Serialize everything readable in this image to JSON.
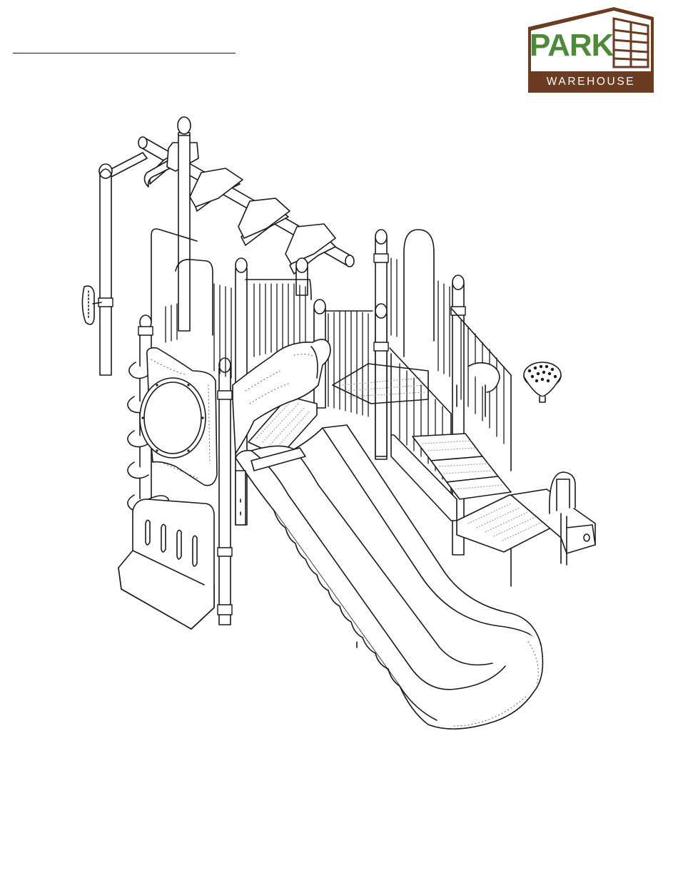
{
  "document": {
    "title": ""
  },
  "logo": {
    "word": "PARK",
    "band_text": "WAREHOUSE",
    "colors": {
      "green": "#4e8a3a",
      "brown": "#6b3b22",
      "white": "#ffffff"
    }
  },
  "illustration": {
    "subject": "playground-structure-line-drawing",
    "components": [
      "overhead-ladder",
      "steering-wheel",
      "spiral-climber",
      "tunnel",
      "porthole-panel",
      "slide",
      "stairs",
      "deck",
      "step-climber",
      "talk-tube",
      "handrails"
    ]
  },
  "colors": {
    "ink": "#1a1a1a",
    "paper": "#ffffff",
    "stipple": "#555555"
  }
}
